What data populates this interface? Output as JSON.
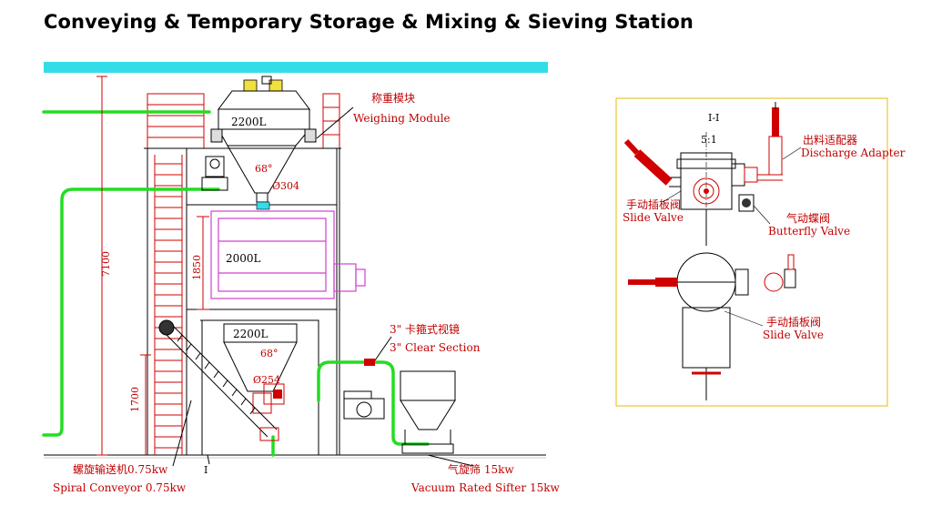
{
  "page": {
    "title": "Conveying & Temporary Storage & Mixing & Sieving Station"
  },
  "main_drawing": {
    "tank_top": "2200L",
    "mixer": "2000L",
    "tank_bottom": "2200L",
    "angle_top": "68°",
    "angle_bottom": "68°",
    "outlet_top": "Ø304",
    "outlet_bottom": "Ø254",
    "dim_total_height": "7100",
    "dim_mixer_height": "1850",
    "dim_lower_height": "1700",
    "section_marker": "I",
    "weighing_cn": "称重模块",
    "weighing_en": "Weighing Module",
    "clear_cn": "3\" 卡箍式视镜",
    "clear_en": "3\" Clear Section",
    "conveyor_cn": "螺旋输送机0.75kw",
    "conveyor_en": "Spiral Conveyor 0.75kw",
    "sifter_cn": "气旋筛 15kw",
    "sifter_en": "Vacuum Rated Sifter 15kw"
  },
  "detail_view": {
    "section_title": "I-I",
    "scale": "5:1",
    "discharge_cn": "出料适配器",
    "discharge_en": "Discharge Adapter",
    "slide_top_cn": "手动插板阀",
    "slide_top_en": "Slide Valve",
    "butterfly_cn": "气动蝶阀",
    "butterfly_en": "Butterfly Valve",
    "slide_bottom_cn": "手动插板阀",
    "slide_bottom_en": "Slide Valve"
  },
  "colors": {
    "accent_cyan": "#33dde8",
    "pipe_green": "#22dd22",
    "label_red": "#c00000",
    "mixer_magenta": "#d040d0",
    "frame_yellow": "#e8c830"
  }
}
